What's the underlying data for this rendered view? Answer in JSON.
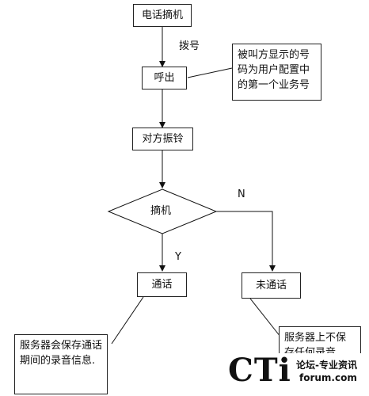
{
  "flowchart": {
    "start": "电话摘机",
    "dial_label": "拨号",
    "call": "呼出",
    "call_note": "被叫方显示的号码为用户配置中的第一个业务号",
    "ring": "对方振铃",
    "decision": "摘机",
    "yes_label": "Y",
    "no_label": "N",
    "connected": "通话",
    "not_connected": "未通话",
    "connected_note": "服务器会保存通话期间的录音信息.",
    "not_connected_note": "服务器上不保存任何录音."
  },
  "watermark": {
    "logo": "CTi",
    "tagline_cn": "论坛-专业资讯",
    "tagline_en": "forum.com"
  }
}
